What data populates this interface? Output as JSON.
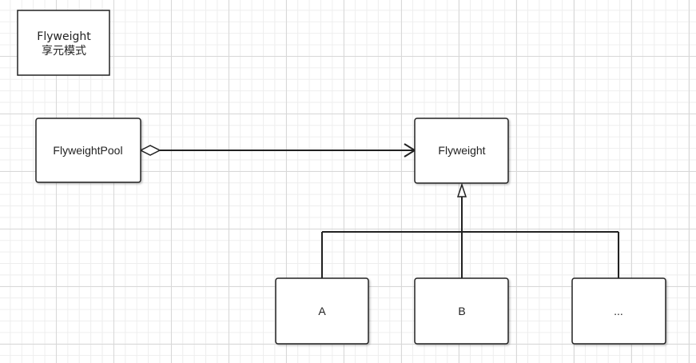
{
  "note": {
    "line1": "Flyweight",
    "line2": "享元模式"
  },
  "nodes": {
    "pool": "FlyweightPool",
    "flyweight": "Flyweight",
    "a": "A",
    "b": "B",
    "more": "..."
  },
  "relations": [
    {
      "from": "FlyweightPool",
      "to": "Flyweight",
      "kind": "aggregation"
    },
    {
      "from": "A",
      "to": "Flyweight",
      "kind": "generalization"
    },
    {
      "from": "B",
      "to": "Flyweight",
      "kind": "generalization"
    },
    {
      "from": "...",
      "to": "Flyweight",
      "kind": "generalization"
    }
  ]
}
